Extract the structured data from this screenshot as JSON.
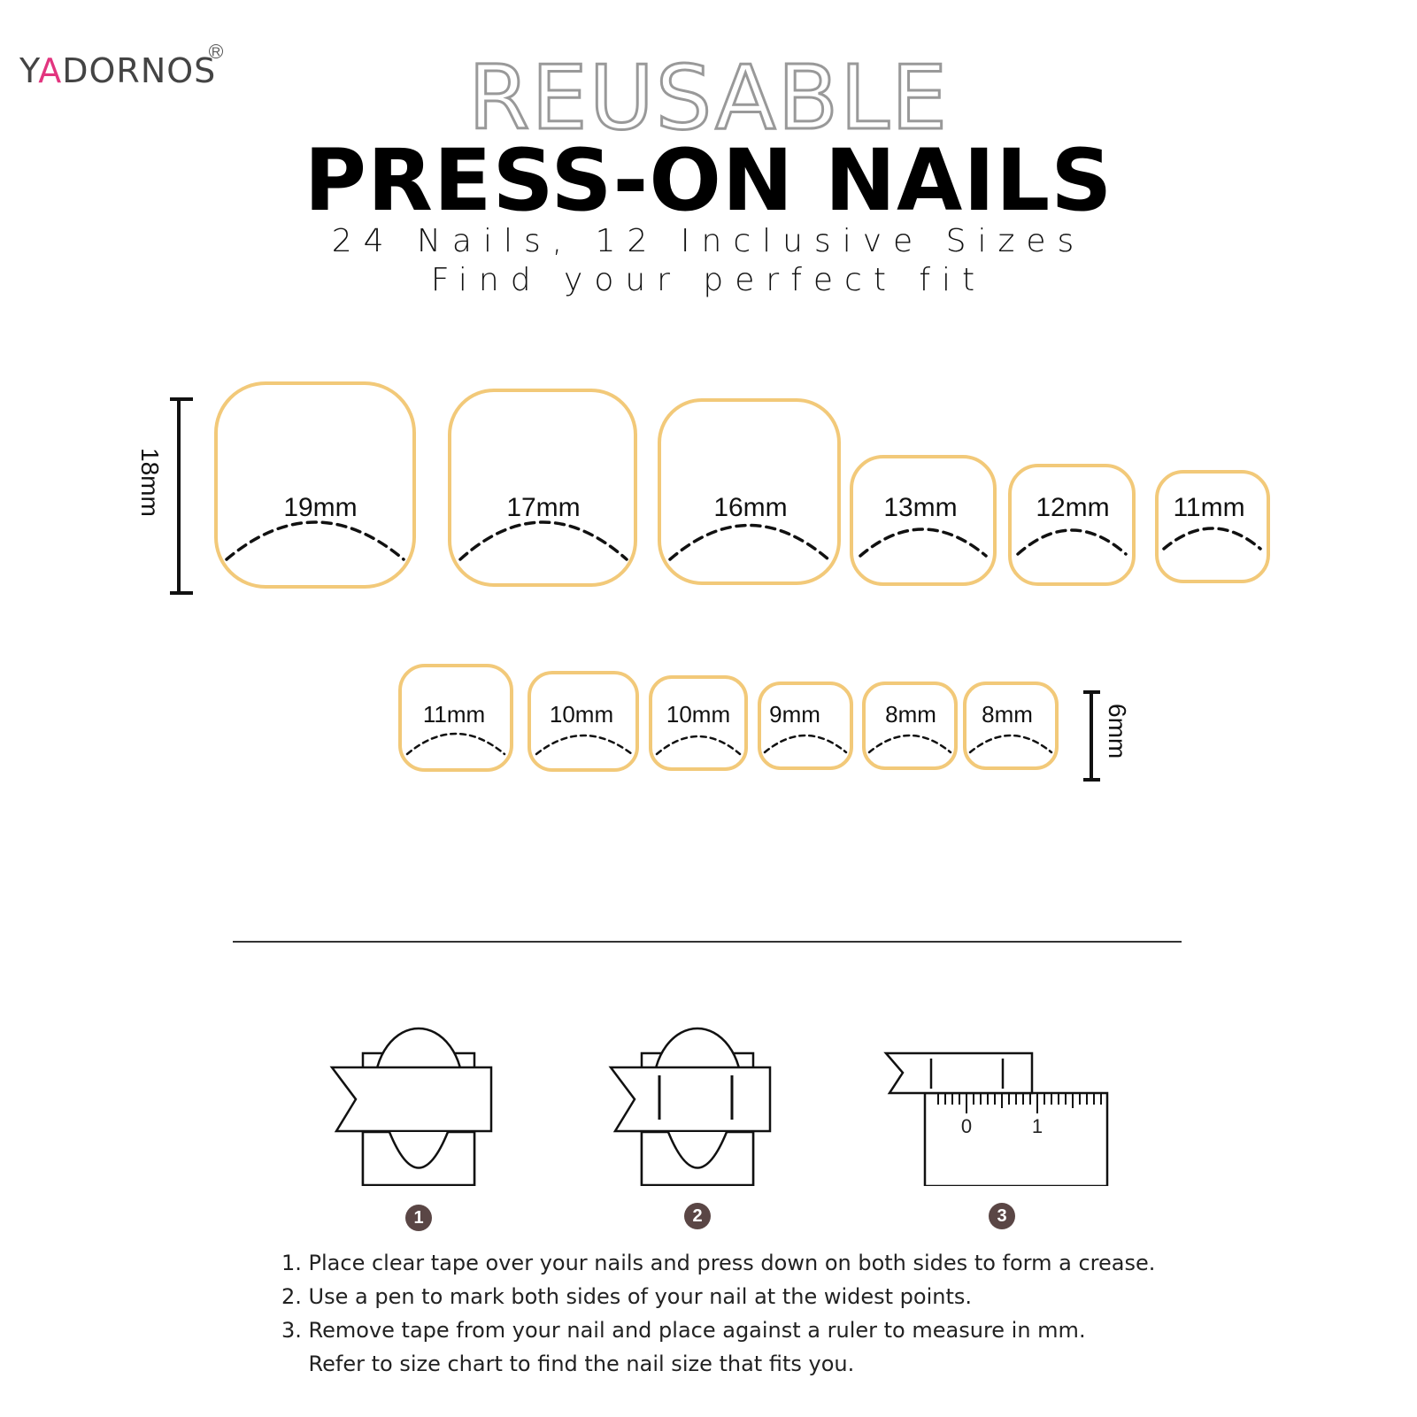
{
  "brand": {
    "name": "YADORNOS",
    "registered": "R",
    "accent_color": "#e2357f"
  },
  "header": {
    "title_outline": "REUSABLE",
    "title_main": "PRESS-ON NAILS",
    "subtitle_line1": "24 Nails, 12 Inclusive Sizes",
    "subtitle_line2": "Find your perfect fit"
  },
  "sizes": {
    "large_row": [
      "19mm",
      "17mm",
      "16mm",
      "13mm",
      "12mm",
      "11mm"
    ],
    "small_row": [
      "11mm",
      "10mm",
      "10mm",
      "9mm",
      "8mm",
      "8mm"
    ],
    "large_height": "18mm",
    "small_height": "6mm",
    "outline_color": "#f2c979"
  },
  "steps": {
    "badges": [
      "1",
      "2",
      "3"
    ],
    "ruler_labels": [
      "0",
      "1"
    ],
    "badge_color": "#5a4645",
    "instructions": [
      "1. Place clear tape over your nails and press down on both sides to form a crease.",
      "2. Use a pen to mark both sides of your nail at the widest points.",
      "3. Remove tape from your nail and place against a ruler to measure in mm.",
      "    Refer to size chart to find the nail size that fits you."
    ]
  }
}
